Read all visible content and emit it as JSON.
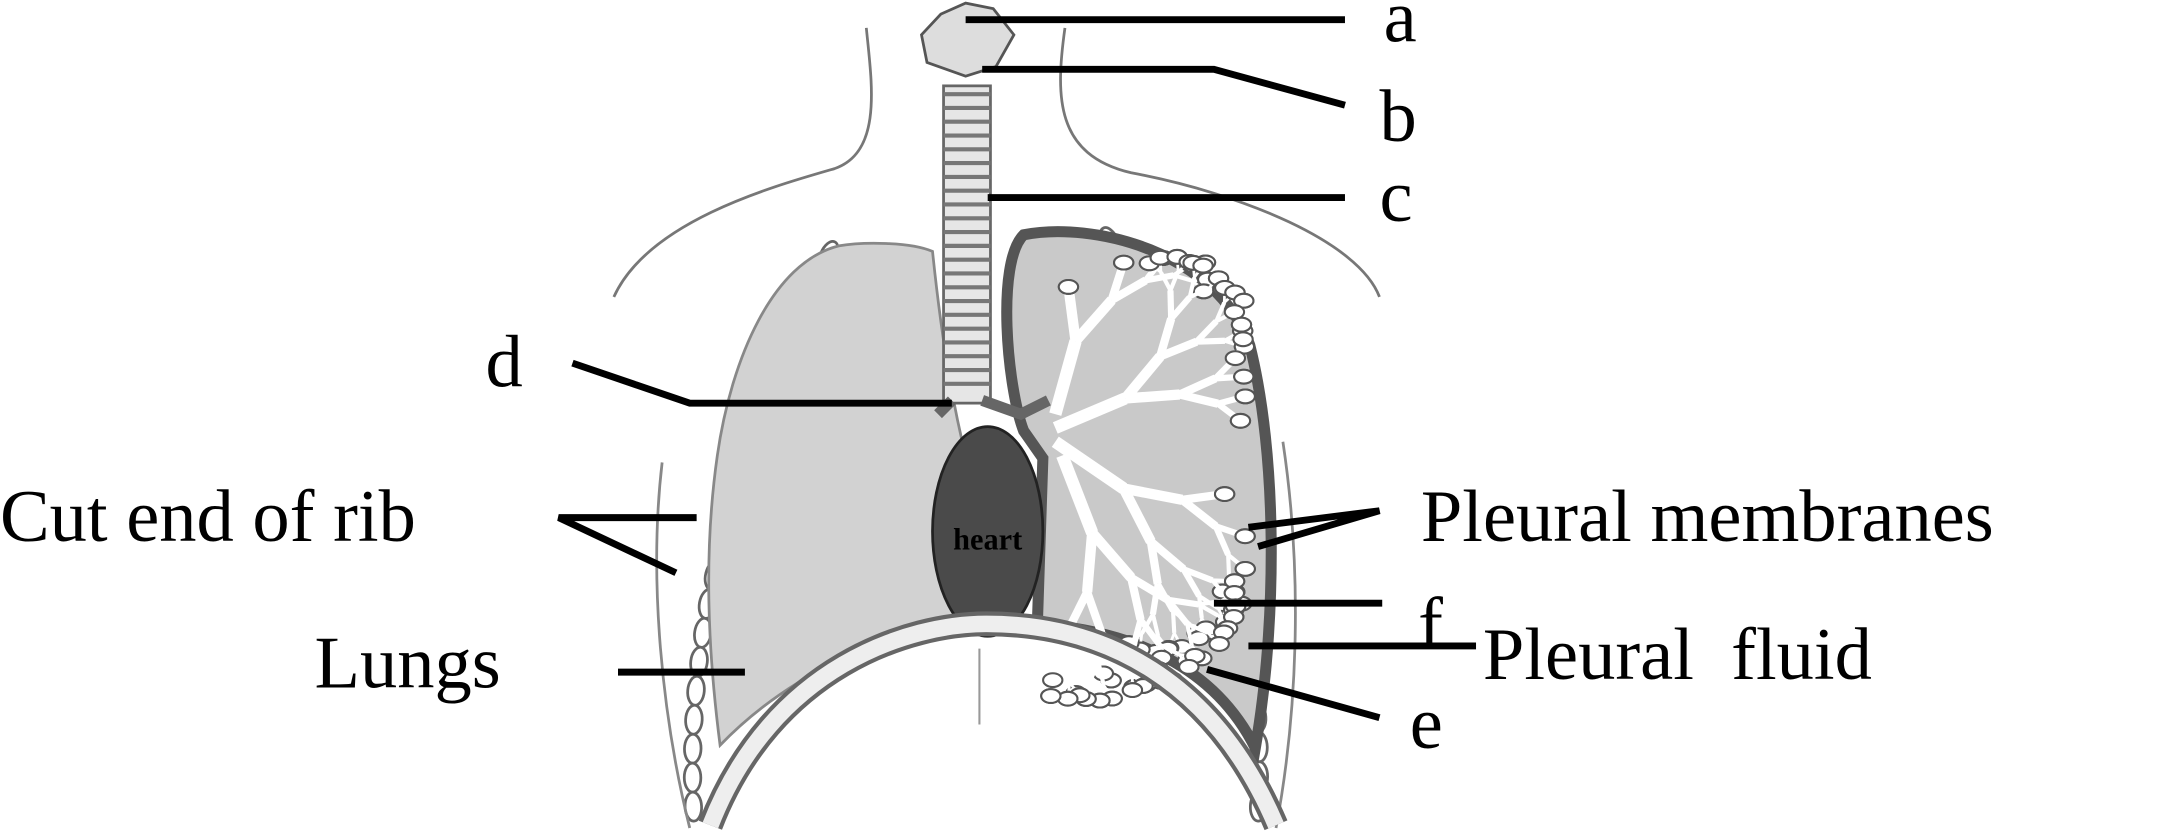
{
  "labels": {
    "a": "a",
    "b": "b",
    "c": "c",
    "d": "d",
    "e": "e",
    "f": "f",
    "cut_end_of_rib": "Cut end of rib",
    "lungs": "Lungs",
    "pleural_membranes": "Pleural membranes",
    "pleural_fluid": "Pleural  fluid",
    "heart": "heart"
  },
  "colors": {
    "lung_solid": "#d2d2d2",
    "lung_cut": "#c9c9c9",
    "heart": "#4a4a4a",
    "outline": "#555555"
  }
}
